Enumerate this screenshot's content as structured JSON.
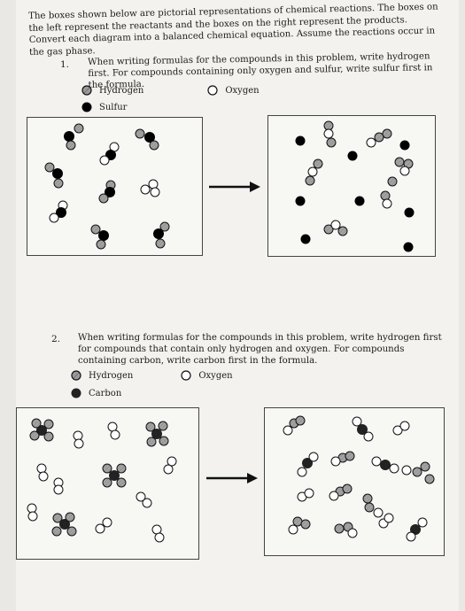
{
  "intro": "The boxes shown below are pictorial representations of chemical reactions. The boxes on the left represent the reactants and the boxes on the right represent the products. Convert each diagram into a balanced chemical equation. Assume the reactions occur in the gas phase.",
  "questions": [
    {
      "number": "1.",
      "text": "When writing formulas for the compounds in this problem, write hydrogen first. For compounds containing only oxygen and sulfur, write sulfur first in the formula.",
      "legend": [
        {
          "label": "Hydrogen",
          "icon": "hydrogen-atom-icon"
        },
        {
          "label": "Oxygen",
          "icon": "oxygen-atom-icon"
        },
        {
          "label": "Sulfur",
          "icon": "sulfur-atom-icon"
        }
      ]
    },
    {
      "number": "2.",
      "text": "When writing formulas for the compounds in this problem, write hydrogen first for compounds that contain only hydrogen and oxygen. For compounds containing carbon, write carbon first in the formula.",
      "legend": [
        {
          "label": "Hydrogen",
          "icon": "hydrogen-atom-icon"
        },
        {
          "label": "Oxygen",
          "icon": "oxygen-atom-icon"
        },
        {
          "label": "Carbon",
          "icon": "carbon-atom-icon"
        }
      ]
    }
  ],
  "colors": {
    "hydrogen": "#9a9a9a",
    "oxygen": "#ffffff",
    "sulfur": "#000000",
    "carbon": "#222222"
  }
}
